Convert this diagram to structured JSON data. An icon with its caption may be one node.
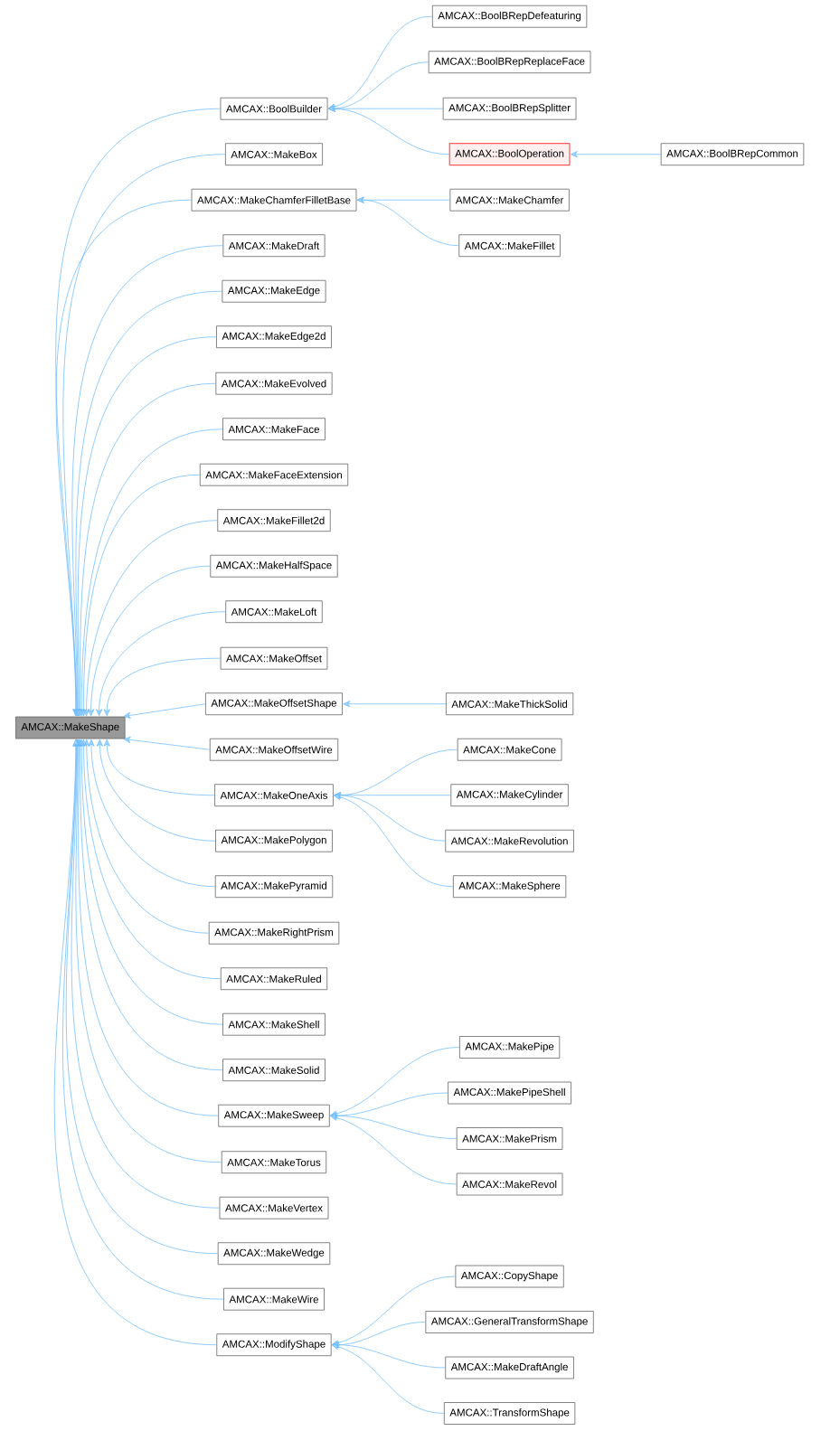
{
  "diagram": {
    "nodes": [
      {
        "text": [
          "AMCAX::MakeShape"
        ]
      },
      {
        "text": [
          "AMCAX::BoolBuilder"
        ]
      },
      {
        "text": [
          "AMCAX::MakeBox"
        ]
      },
      {
        "text": [
          "AMCAX::MakeChamferFilletBase"
        ]
      },
      {
        "text": [
          "AMCAX::MakeDraft"
        ]
      },
      {
        "text": [
          "AMCAX::MakeEdge"
        ]
      },
      {
        "text": [
          "AMCAX::MakeEdge2d"
        ]
      },
      {
        "text": [
          "AMCAX::MakeEvolved"
        ]
      },
      {
        "text": [
          "AMCAX::MakeFace"
        ]
      },
      {
        "text": [
          "AMCAX::MakeFaceExtension"
        ]
      },
      {
        "text": [
          "AMCAX::MakeFillet2d"
        ]
      },
      {
        "text": [
          "AMCAX::MakeHalfSpace"
        ]
      },
      {
        "text": [
          "AMCAX::MakeLoft"
        ]
      },
      {
        "text": [
          "AMCAX::MakeOffset"
        ]
      },
      {
        "text": [
          "AMCAX::MakeOffsetShape"
        ]
      },
      {
        "text": [
          "AMCAX::MakeOffsetWire"
        ]
      },
      {
        "text": [
          "AMCAX::MakeOneAxis"
        ]
      },
      {
        "text": [
          "AMCAX::MakePolygon"
        ]
      },
      {
        "text": [
          "AMCAX::MakePyramid"
        ]
      },
      {
        "text": [
          "AMCAX::MakeRightPrism"
        ]
      },
      {
        "text": [
          "AMCAX::MakeRuled"
        ]
      },
      {
        "text": [
          "AMCAX::MakeShell"
        ]
      },
      {
        "text": [
          "AMCAX::MakeSolid"
        ]
      },
      {
        "text": [
          "AMCAX::MakeSweep"
        ]
      },
      {
        "text": [
          "AMCAX::MakeTorus"
        ]
      },
      {
        "text": [
          "AMCAX::MakeVertex"
        ]
      },
      {
        "text": [
          "AMCAX::MakeWedge"
        ]
      },
      {
        "text": [
          "AMCAX::MakeWire"
        ]
      },
      {
        "text": [
          "AMCAX::ModifyShape"
        ]
      },
      {
        "text": [
          "AMCAX::BoolBRepDefeaturing"
        ]
      },
      {
        "text": [
          "AMCAX::BoolBRepReplaceFace"
        ]
      },
      {
        "text": [
          "AMCAX::BoolBRepSplitter"
        ]
      },
      {
        "text": [
          "AMCAX::BoolOperation"
        ]
      },
      {
        "text": [
          "AMCAX::MakeChamfer"
        ]
      },
      {
        "text": [
          "AMCAX::MakeFillet"
        ]
      },
      {
        "text": [
          "AMCAX::MakeThickSolid"
        ]
      },
      {
        "text": [
          "AMCAX::MakeCone"
        ]
      },
      {
        "text": [
          "AMCAX::MakeCylinder"
        ]
      },
      {
        "text": [
          "AMCAX::MakeRevolution"
        ]
      },
      {
        "text": [
          "AMCAX::MakeSphere"
        ]
      },
      {
        "text": [
          "AMCAX::MakePipe"
        ]
      },
      {
        "text": [
          "AMCAX::MakePipeShell"
        ]
      },
      {
        "text": [
          "AMCAX::MakePrism"
        ]
      },
      {
        "text": [
          "AMCAX::MakeRevol"
        ]
      },
      {
        "text": [
          "AMCAX::CopyShape"
        ]
      },
      {
        "text": [
          "AMCAX::GeneralTransformShape"
        ]
      },
      {
        "text": [
          "AMCAX::MakeDraftAngle"
        ]
      },
      {
        "text": [
          "AMCAX::TransformShape"
        ]
      },
      {
        "text": [
          "AMCAX::BoolBRepCommon"
        ]
      }
    ],
    "edges": [
      {
        "from": 1,
        "to": 0,
        "arrow": "to"
      },
      {
        "from": 2,
        "to": 0,
        "arrow": "to"
      },
      {
        "from": 3,
        "to": 0,
        "arrow": "to"
      },
      {
        "from": 4,
        "to": 0,
        "arrow": "to"
      },
      {
        "from": 5,
        "to": 0,
        "arrow": "to"
      },
      {
        "from": 6,
        "to": 0,
        "arrow": "to"
      },
      {
        "from": 7,
        "to": 0,
        "arrow": "to"
      },
      {
        "from": 8,
        "to": 0,
        "arrow": "to"
      },
      {
        "from": 9,
        "to": 0,
        "arrow": "to"
      },
      {
        "from": 10,
        "to": 0,
        "arrow": "to"
      },
      {
        "from": 11,
        "to": 0,
        "arrow": "to"
      },
      {
        "from": 12,
        "to": 0,
        "arrow": "to"
      },
      {
        "from": 13,
        "to": 0,
        "arrow": "to"
      },
      {
        "from": 14,
        "to": 0,
        "arrow": "to"
      },
      {
        "from": 15,
        "to": 0,
        "arrow": "to"
      },
      {
        "from": 16,
        "to": 0,
        "arrow": "to"
      },
      {
        "from": 17,
        "to": 0,
        "arrow": "to"
      },
      {
        "from": 18,
        "to": 0,
        "arrow": "to"
      },
      {
        "from": 19,
        "to": 0,
        "arrow": "to"
      },
      {
        "from": 20,
        "to": 0,
        "arrow": "to"
      },
      {
        "from": 21,
        "to": 0,
        "arrow": "to"
      },
      {
        "from": 22,
        "to": 0,
        "arrow": "to"
      },
      {
        "from": 23,
        "to": 0,
        "arrow": "to"
      },
      {
        "from": 24,
        "to": 0,
        "arrow": "to"
      },
      {
        "from": 25,
        "to": 0,
        "arrow": "to"
      },
      {
        "from": 26,
        "to": 0,
        "arrow": "to"
      },
      {
        "from": 27,
        "to": 0,
        "arrow": "to"
      },
      {
        "from": 28,
        "to": 0,
        "arrow": "to"
      },
      {
        "from": 29,
        "to": 1,
        "arrow": "to"
      },
      {
        "from": 30,
        "to": 1,
        "arrow": "to"
      },
      {
        "from": 31,
        "to": 1,
        "arrow": "to"
      },
      {
        "from": 32,
        "to": 1,
        "arrow": "to"
      },
      {
        "from": 48,
        "to": 32,
        "arrow": "to"
      },
      {
        "from": 33,
        "to": 3,
        "arrow": "to"
      },
      {
        "from": 34,
        "to": 3,
        "arrow": "to"
      },
      {
        "from": 35,
        "to": 14,
        "arrow": "to"
      },
      {
        "from": 36,
        "to": 16,
        "arrow": "to"
      },
      {
        "from": 37,
        "to": 16,
        "arrow": "to"
      },
      {
        "from": 38,
        "to": 16,
        "arrow": "to"
      },
      {
        "from": 39,
        "to": 16,
        "arrow": "to"
      },
      {
        "from": 40,
        "to": 23,
        "arrow": "to"
      },
      {
        "from": 41,
        "to": 23,
        "arrow": "to"
      },
      {
        "from": 42,
        "to": 23,
        "arrow": "to"
      },
      {
        "from": 43,
        "to": 23,
        "arrow": "to"
      },
      {
        "from": 44,
        "to": 28,
        "arrow": "to"
      },
      {
        "from": 45,
        "to": 28,
        "arrow": "to"
      },
      {
        "from": 46,
        "to": 28,
        "arrow": "to"
      },
      {
        "from": 47,
        "to": 28,
        "arrow": "to"
      }
    ]
  }
}
